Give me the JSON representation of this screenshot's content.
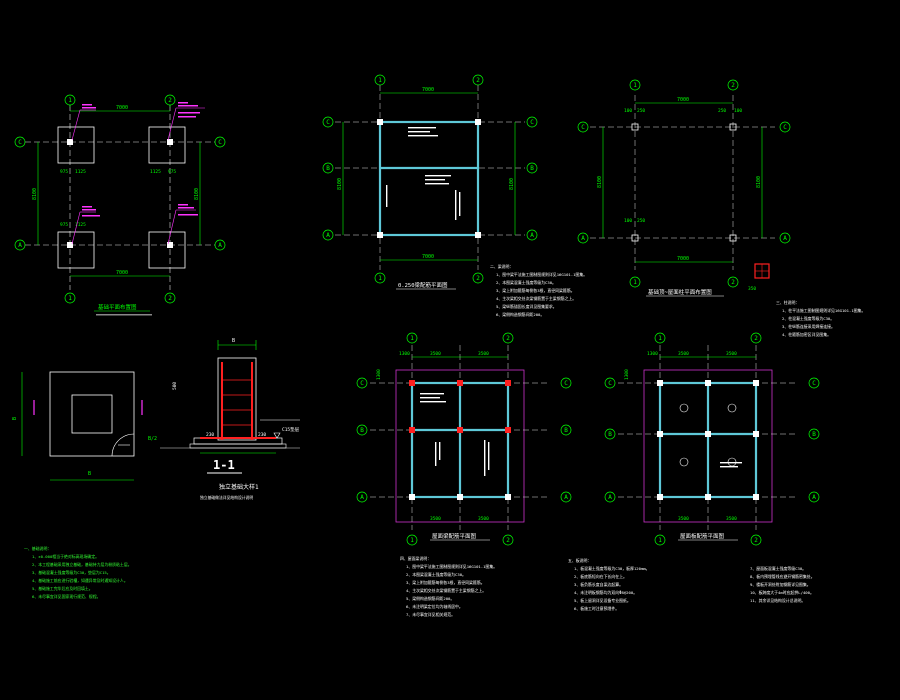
{
  "colors": {
    "background": "#000000",
    "grid_line": "#ffffff",
    "axis_bubble": "#00ff00",
    "dimension": "#00ff00",
    "beam": "#5ec8d8",
    "column": "#ffffff",
    "rebar": "#ff2020",
    "annotation_magenta": "#ff33ff",
    "slab_outline": "#cc33cc",
    "notes_text": "#ffffff",
    "notes_green": "#33ff33"
  },
  "axes": {
    "c1": "1",
    "c2": "2",
    "rA": "A",
    "rB": "B",
    "rC": "C"
  },
  "dims": {
    "span_7000": "7000",
    "span_8100": "8100",
    "d_975": "975",
    "d_1125": "1125",
    "d_1300": "1300",
    "d_3500": "3500",
    "d_100": "100",
    "d_250": "250",
    "d_350": "350",
    "d_230": "230",
    "d_500": "500"
  },
  "labels": {
    "section_mark": "1-1",
    "foundation_detail_title": "独立基础大样1",
    "foundation_detail_sub": "独立基础做法详见结构设计说明",
    "concrete_grade": "C15垫层",
    "section_B": "B",
    "section_B2": "B/2"
  },
  "titles": {
    "foundation_plan": "基础平面布置图",
    "beam_plan": "0.250梁配筋平面图",
    "column_plan": "基础顶~屋面柱平面布置图",
    "roof_beam_plan": "屋面梁配筋平面图",
    "roof_slab_plan": "屋面板配筋平面图"
  },
  "notes": {
    "heading_general": "一、基础说明：",
    "general": [
      "1、±0.000相当于绝对标高现场确定。",
      "2、本工程基础采用独立基础，基础持力层为粉质粘土层。",
      "3、基础混凝土强度等级为C30，垫层为C15。",
      "4、基础施工前应进行验槽，如遇异常及时通知设计人。",
      "5、基础施工完毕后应及时回填土。",
      "6、未尽事宜详见国家现行规范、规程。"
    ],
    "heading_beam": "二、梁说明：",
    "beam": [
      "1、图中梁平法施工图制图规则详见16G101-1图集。",
      "2、本图梁混凝土强度等级为C30。",
      "3、梁上附加箍筋每侧各3根，直径同梁箍筋。",
      "4、主次梁相交处次梁钢筋置于主梁钢筋之上。",
      "5、梁纵筋锚固长度详见图集要求。",
      "6、梁侧构造钢筋间距200。"
    ],
    "heading_column": "三、柱说明：",
    "column": [
      "1、柱平法施工图制图规则详见16G101-1图集。",
      "2、柱混凝土强度等级为C30。",
      "3、柱纵筋连接采用焊接连接。",
      "4、柱箍筋加密区详见图集。"
    ],
    "heading_roof_beam": "四、屋面梁说明：",
    "roof_beam": [
      "1、图中梁平法施工图制图规则详见16G101-1图集。",
      "2、本图梁混凝土强度等级为C30。",
      "3、梁上附加箍筋每侧各3根，直径同梁箍筋。",
      "4、主次梁相交处次梁钢筋置于主梁钢筋之上。",
      "5、梁侧构造钢筋间距200。",
      "6、未注明梁定位均为轴线居中。",
      "7、未尽事宜详见相关规范。"
    ],
    "heading_slab": "五、板说明：",
    "slab": [
      "1、板混凝土强度等级为C30，板厚120mm。",
      "2、板底筋短向在下长向在上。",
      "3、板负筋长度自梁边起算。",
      "4、未注明板钢筋均为双向Φ8@200。",
      "5、板上留洞详见设备专业图纸。",
      "6、板施工时注意预埋件。"
    ],
    "slab_right": [
      "7、屋面板混凝土强度等级C30。",
      "8、板内预埋管线应避开钢筋密集处。",
      "9、楼板开洞处附加钢筋详见图集。",
      "10、板跨度大于4m时应起拱L/400。",
      "11、其余详见结构设计总说明。"
    ]
  }
}
